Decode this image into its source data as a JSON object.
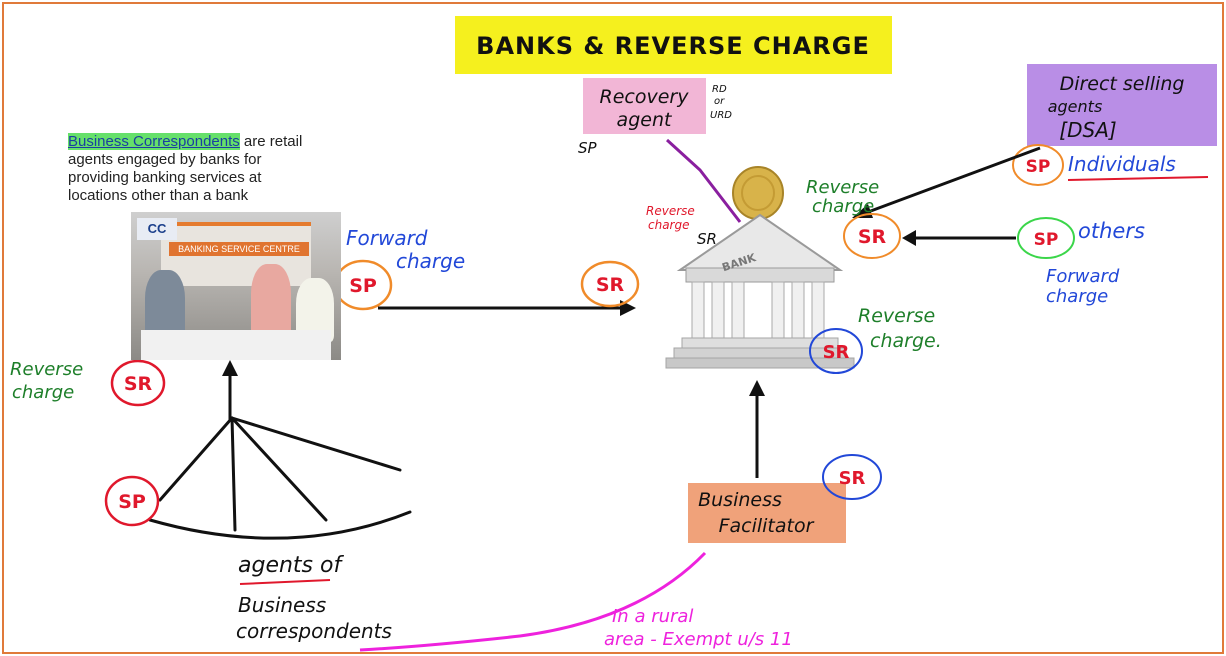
{
  "title": "BANKS & REVERSE CHARGE",
  "colors": {
    "title_bg": "#f5f01e",
    "border": "#e07a3a",
    "recovery_bg": "#f2b6d6",
    "dsa_bg": "#b98ee6",
    "facilitator_bg": "#f0a27a",
    "red": "#e0182c",
    "green": "#1e7f2a",
    "blue": "#2248d8",
    "magenta": "#ee22dd",
    "purple": "#8a1f9f",
    "orange_ring": "#f08b2a"
  },
  "business_correspondents_note": {
    "highlighted": "Business Correspondents",
    "rest_line1": " are retail",
    "line2": "agents engaged by banks for",
    "line3": "providing banking services at",
    "line4": "locations other than a bank"
  },
  "photo": {
    "logo_text": "CC",
    "banner_text": "BANKING SERVICE CENTRE"
  },
  "recovery_agent": {
    "label_line1": "Recovery",
    "label_line2": "agent",
    "rd_note_line1": "RD",
    "rd_note_line2": "or",
    "rd_note_line3": "URD",
    "sp_label": "SP"
  },
  "dsa": {
    "line1": "Direct selling",
    "line2": "agents",
    "line3": "[DSA]",
    "individuals_label": "Individuals",
    "others_label": "others"
  },
  "labels": {
    "sp": "SP",
    "sr": "SR",
    "forward_charge_line1": "Forward",
    "forward_charge_line2": "charge",
    "reverse_charge_line1": "Reverse",
    "reverse_charge_line2": "charge",
    "reverse_charge_dot": "charge.",
    "forward_charge_right_line1": "Forward",
    "forward_charge_right_line2": "charge",
    "bank_sign": "BANK"
  },
  "agents_of_bc": {
    "line1": "agents of",
    "line2": "Business",
    "line3": "correspondents"
  },
  "business_facilitator": {
    "line1": "Business",
    "line2": "Facilitator"
  },
  "rural_note": {
    "line1": "In a rural",
    "line2": "area - Exempt u/s 11"
  }
}
